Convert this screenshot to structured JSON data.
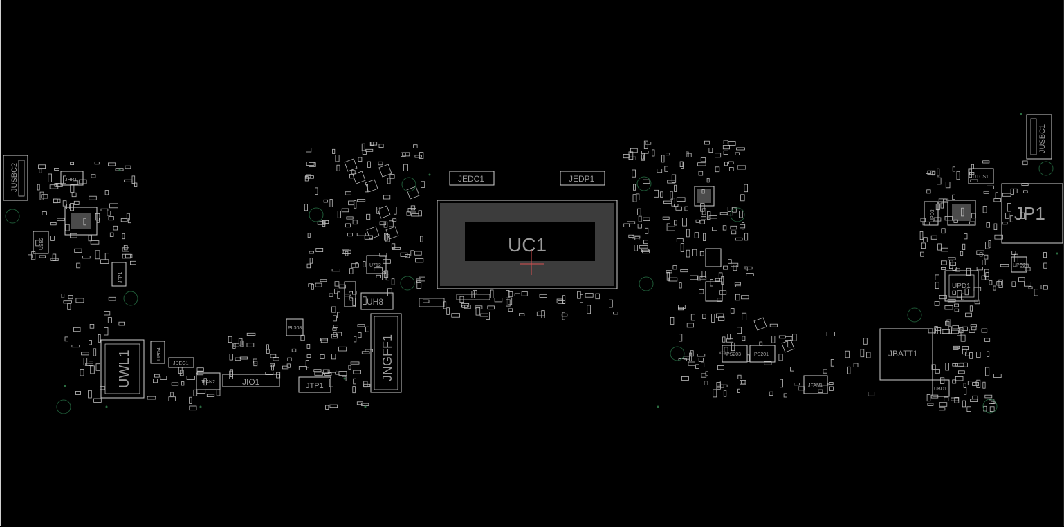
{
  "board": {
    "background": "#000000",
    "outline_color": "#cfcfcf",
    "label_color": "#9a9a9a",
    "hole_color": "#1f5a37",
    "cursor_color": "#d85050"
  },
  "labels": {
    "jusbc2": "JUSBC2",
    "jusbc1": "JUSBC1",
    "jhp1": "JHP1",
    "jfp1": "JFP1",
    "uwl1": "UWL1",
    "jdeg1": "JDEG1",
    "jfan2": "JFAN2",
    "jio1": "JIO1",
    "jtp1": "JTP1",
    "jngff1": "JNGFF1",
    "uh8": "UH8",
    "jedc1": "JEDC1",
    "jedp1": "JEDP1",
    "uc1": "UC1",
    "u712": "U712",
    "pl308": "PL308",
    "spi1": "SPI1",
    "ps203": "PS203",
    "ps201": "PS201",
    "jfan1": "JFAN1",
    "jbatt1": "JBATT1",
    "utcs1": "UTCS1",
    "jp1": "JP1",
    "upd1": "UPD1",
    "upd3": "UPD3",
    "usb2": "USB2",
    "upd4": "UPD4",
    "upd2": "UPD2",
    "ubd1": "UBD1"
  }
}
